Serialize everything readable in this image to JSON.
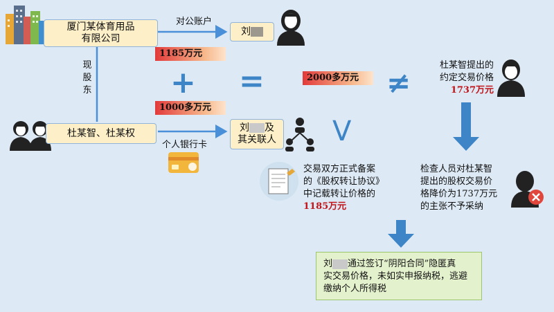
{
  "company": {
    "line1": "厦门某体育用品",
    "line2": "有限公司"
  },
  "buyer": {
    "name": "刘"
  },
  "sellers": {
    "name": "杜某智、杜某权"
  },
  "buyer_group": {
    "line1": "刘",
    "line1_suffix": "及",
    "line2": "其关联人"
  },
  "edges": {
    "corporate_account": "对公账户",
    "personal_card": "个人银行卡",
    "shareholder_v1": "现",
    "shareholder_v2": "股",
    "shareholder_v3": "东"
  },
  "amounts": {
    "a1185": "1185万元",
    "a1000": "1000多万元",
    "a2000": "2000多万元"
  },
  "symbols": {
    "plus": "+",
    "equals": "=",
    "neq": "≠",
    "vee": "V"
  },
  "proposed": {
    "line1": "杜某智提出的",
    "line2": "约定交易价格",
    "price": "1737万元"
  },
  "agreement": {
    "line1": "交易双方正式备案",
    "line2": "的《股权转让协议》",
    "line3": "中记载转让价格的",
    "price": "1185万元"
  },
  "inspector": {
    "line1": "检查人员对杜某智",
    "line2": "提出的股权交易价",
    "line3": "格降价为1737万元",
    "line4": "的主张不予采纳"
  },
  "conclusion": {
    "p1": "刘",
    "p2": "通过签订“阴阳合同”隐匿真",
    "line2": "实交易价格，未如实申报纳税，逃避",
    "line3": "缴纳个人所得税"
  }
}
